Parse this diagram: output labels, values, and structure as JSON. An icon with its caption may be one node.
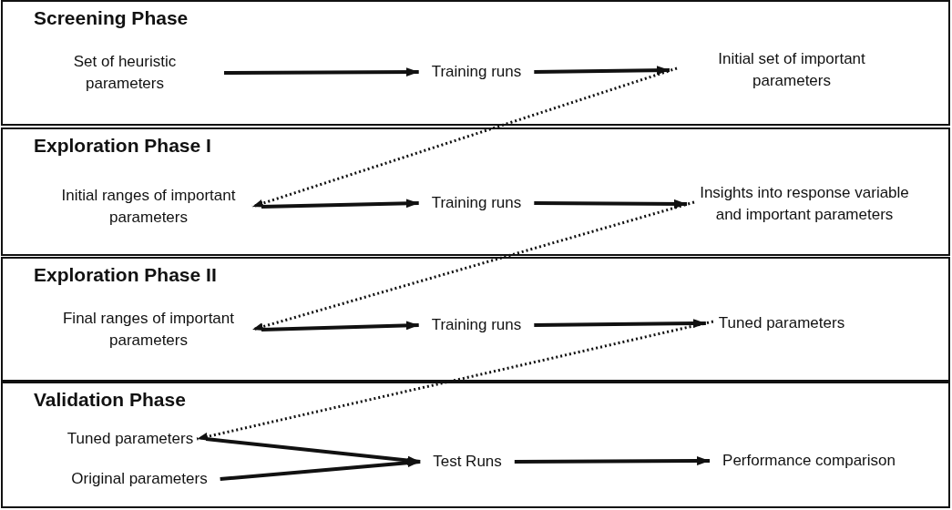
{
  "diagram": {
    "nodes": [
      {
        "text": [
          "Screening Phase"
        ]
      },
      {
        "text": [
          "Set of heuristic parameters"
        ],
        "in": 0
      },
      {
        "text": [
          "Training runs"
        ],
        "in": 0
      },
      {
        "text": [
          "Initial set of important parameters"
        ],
        "in": 0
      },
      {
        "text": [
          "Exploration Phase I"
        ]
      },
      {
        "text": [
          "Initial ranges of important parameters"
        ],
        "in": 4
      },
      {
        "text": [
          "Training runs"
        ],
        "in": 4
      },
      {
        "text": [
          "Insights into response variable and important parameters"
        ],
        "in": 4
      },
      {
        "text": [
          "Exploration Phase II"
        ]
      },
      {
        "text": [
          "Final ranges of important parameters"
        ],
        "in": 8
      },
      {
        "text": [
          "Training runs"
        ],
        "in": 8
      },
      {
        "text": [
          "Tuned parameters"
        ],
        "in": 8
      },
      {
        "text": [
          "Validation Phase"
        ]
      },
      {
        "text": [
          "Tuned parameters"
        ],
        "in": 12
      },
      {
        "text": [
          "Original parameters"
        ],
        "in": 12
      },
      {
        "text": [
          "Test Runs"
        ],
        "in": 12
      },
      {
        "text": [
          "Performance comparison"
        ],
        "in": 12
      }
    ],
    "edges": [
      {
        "from": 1,
        "to": 2,
        "arrow": "to"
      },
      {
        "from": 2,
        "to": 3,
        "arrow": "to"
      },
      {
        "from": 3,
        "to": 5,
        "arrow": "to",
        "style": "dashed"
      },
      {
        "from": 5,
        "to": 6,
        "arrow": "to"
      },
      {
        "from": 6,
        "to": 7,
        "arrow": "to"
      },
      {
        "from": 7,
        "to": 9,
        "arrow": "to",
        "style": "dashed"
      },
      {
        "from": 9,
        "to": 10,
        "arrow": "to"
      },
      {
        "from": 10,
        "to": 11,
        "arrow": "to"
      },
      {
        "from": 11,
        "to": 13,
        "arrow": "to",
        "style": "dashed"
      },
      {
        "from": 13,
        "to": 15,
        "arrow": "to"
      },
      {
        "from": 14,
        "to": 15,
        "arrow": "to"
      },
      {
        "from": 15,
        "to": 16,
        "arrow": "to"
      }
    ]
  }
}
